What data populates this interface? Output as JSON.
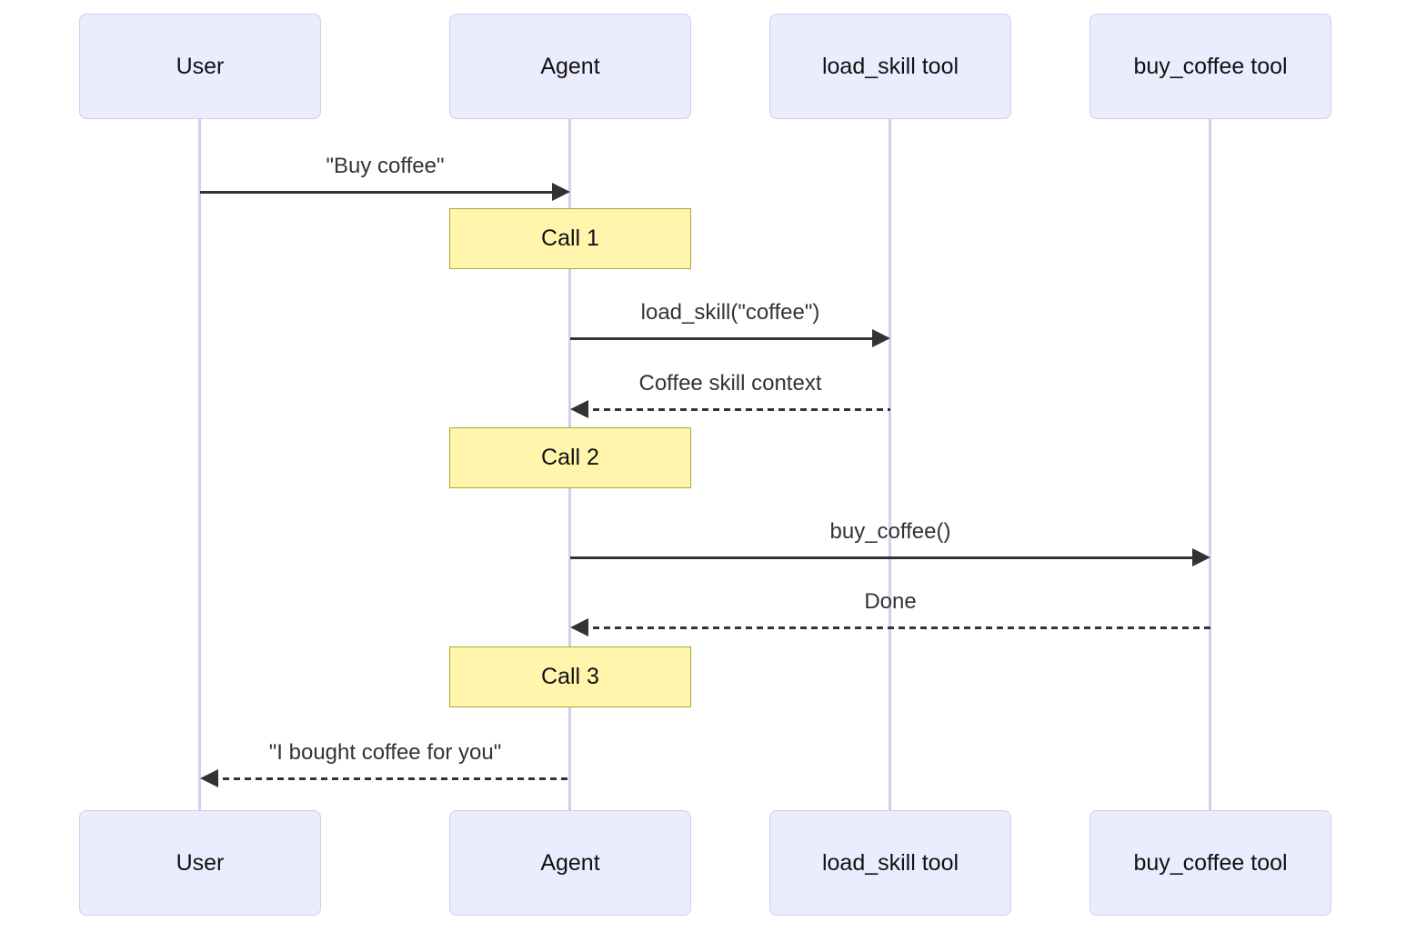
{
  "diagram": {
    "type": "sequence",
    "colors": {
      "actor_fill": "#ECECFF",
      "actor_border": "#D3CCEF",
      "lifeline": "#D6CDEF",
      "note_fill": "#FFF5AD",
      "note_border": "#AAAA33",
      "arrow": "#333333",
      "message_text": "#333333",
      "actor_text": "#111111",
      "background": "#FFFFFF"
    },
    "actors": [
      {
        "label": "User"
      },
      {
        "label": "Agent"
      },
      {
        "label": "load_skill tool"
      },
      {
        "label": "buy_coffee tool"
      }
    ],
    "messages": [
      {
        "from": "User",
        "to": "Agent",
        "label": "\"Buy coffee\"",
        "style": "solid",
        "direction": "right"
      },
      {
        "from": "Agent",
        "to": "load_skill tool",
        "label": "load_skill(\"coffee\")",
        "style": "solid",
        "direction": "right"
      },
      {
        "from": "load_skill tool",
        "to": "Agent",
        "label": "Coffee skill context",
        "style": "dashed",
        "direction": "left"
      },
      {
        "from": "Agent",
        "to": "buy_coffee tool",
        "label": "buy_coffee()",
        "style": "solid",
        "direction": "right"
      },
      {
        "from": "buy_coffee tool",
        "to": "Agent",
        "label": "Done",
        "style": "dashed",
        "direction": "left"
      },
      {
        "from": "Agent",
        "to": "User",
        "label": "\"I bought coffee for you\"",
        "style": "dashed",
        "direction": "left"
      }
    ],
    "notes": [
      {
        "over": "Agent",
        "label": "Call 1"
      },
      {
        "over": "Agent",
        "label": "Call 2"
      },
      {
        "over": "Agent",
        "label": "Call 3"
      }
    ]
  }
}
